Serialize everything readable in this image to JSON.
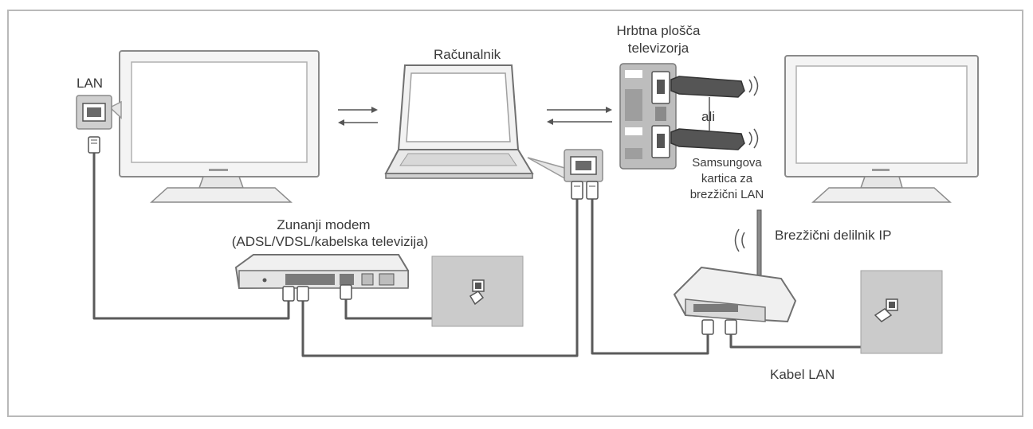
{
  "labels": {
    "lan": "LAN",
    "computer": "Računalnik",
    "tv_back_line1": "Hrbtna plošča",
    "tv_back_line2": "televizorja",
    "or": "ali",
    "wireless_card_line1": "Samsungova",
    "wireless_card_line2": "kartica za",
    "wireless_card_line3": "brezžični LAN",
    "modem_line1": "Zunanji modem",
    "modem_line2": "(ADSL/VDSL/kabelska televizija)",
    "router": "Brezžični delilnik IP",
    "lan_cable": "Kabel LAN"
  },
  "colors": {
    "frame": "#b9b9b9",
    "cable": "#5a5a5a",
    "device_fill": "#f2f2f2",
    "device_stroke": "#8a8a8a",
    "wall": "#c9c9c9",
    "text": "#3a3a3a"
  }
}
